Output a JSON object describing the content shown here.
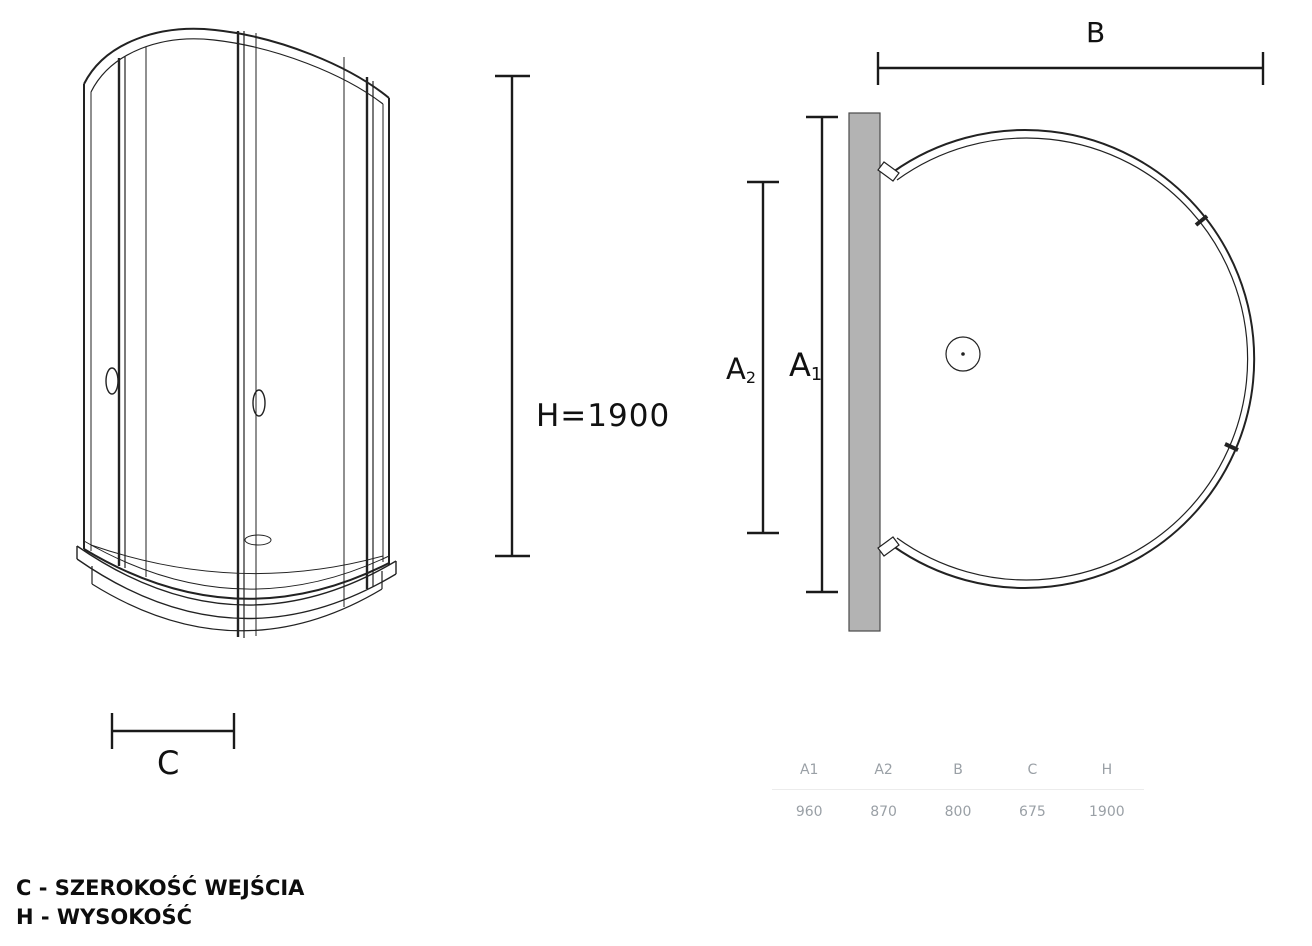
{
  "iso_view": {
    "h_label": "H=1900",
    "c_label": "C"
  },
  "top_view": {
    "b_label": "B",
    "a1_label": {
      "base": "A",
      "sub": "1"
    },
    "a2_label": {
      "base": "A",
      "sub": "2"
    }
  },
  "spec_table": {
    "headers": [
      "A1",
      "A2",
      "B",
      "C",
      "H"
    ],
    "values": [
      "960",
      "870",
      "800",
      "675",
      "1900"
    ]
  },
  "legend": {
    "line1": "C - SZEROKOŚĆ WEJŚCIA",
    "line2": "H - WYSOKOŚĆ"
  },
  "colors": {
    "line": "#1a1a1a",
    "wall_fill": "#b3b3b3",
    "table_text": "#9aa0a6"
  }
}
